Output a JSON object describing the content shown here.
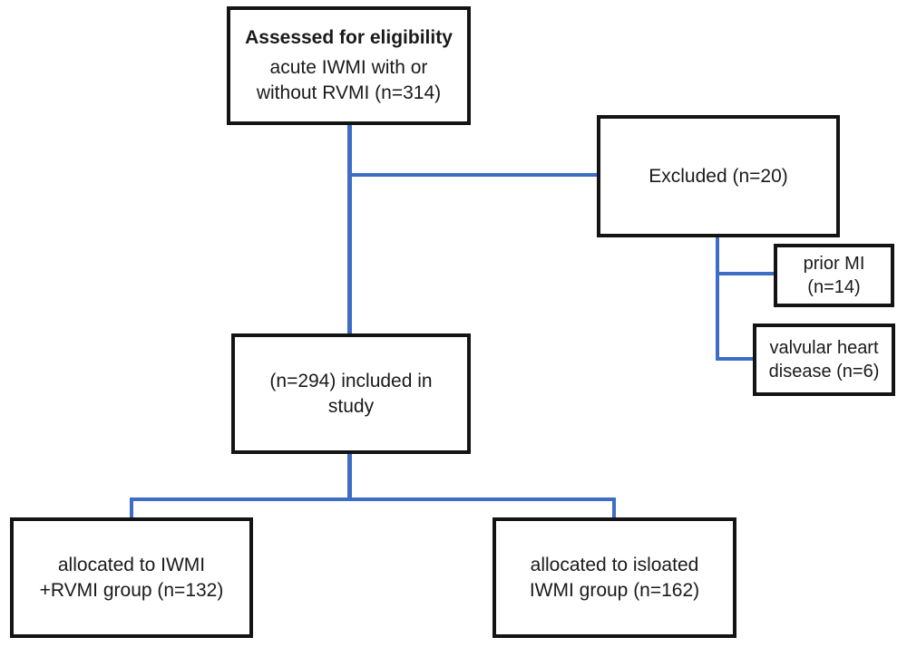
{
  "diagram": {
    "type": "consort-flow",
    "colors": {
      "connector": "#3d6dc5",
      "box_border": "#141414",
      "text": "#1a1a1a",
      "background": "#ffffff"
    },
    "nodes": {
      "assessed": {
        "heading": "Assessed for eligibility",
        "body": "acute IWMI with or\nwithout RVMI (n=314)"
      },
      "excluded": {
        "body": "Excluded (n=20)"
      },
      "prior_mi": {
        "body": "prior MI\n(n=14)"
      },
      "valvular": {
        "body": "valvular heart\ndisease (n=6)"
      },
      "included": {
        "body": "(n=294) included in\nstudy"
      },
      "alloc_rvmi": {
        "body": "allocated to IWMI\n+RVMI group (n=132)"
      },
      "alloc_isolated": {
        "body": "allocated to isloated\nIWMI group (n=162)"
      }
    },
    "edges": [
      {
        "from": "assessed",
        "to": "excluded"
      },
      {
        "from": "assessed",
        "to": "included"
      },
      {
        "from": "excluded",
        "to": "prior_mi"
      },
      {
        "from": "excluded",
        "to": "valvular"
      },
      {
        "from": "included",
        "to": "alloc_rvmi"
      },
      {
        "from": "included",
        "to": "alloc_isolated"
      }
    ]
  }
}
